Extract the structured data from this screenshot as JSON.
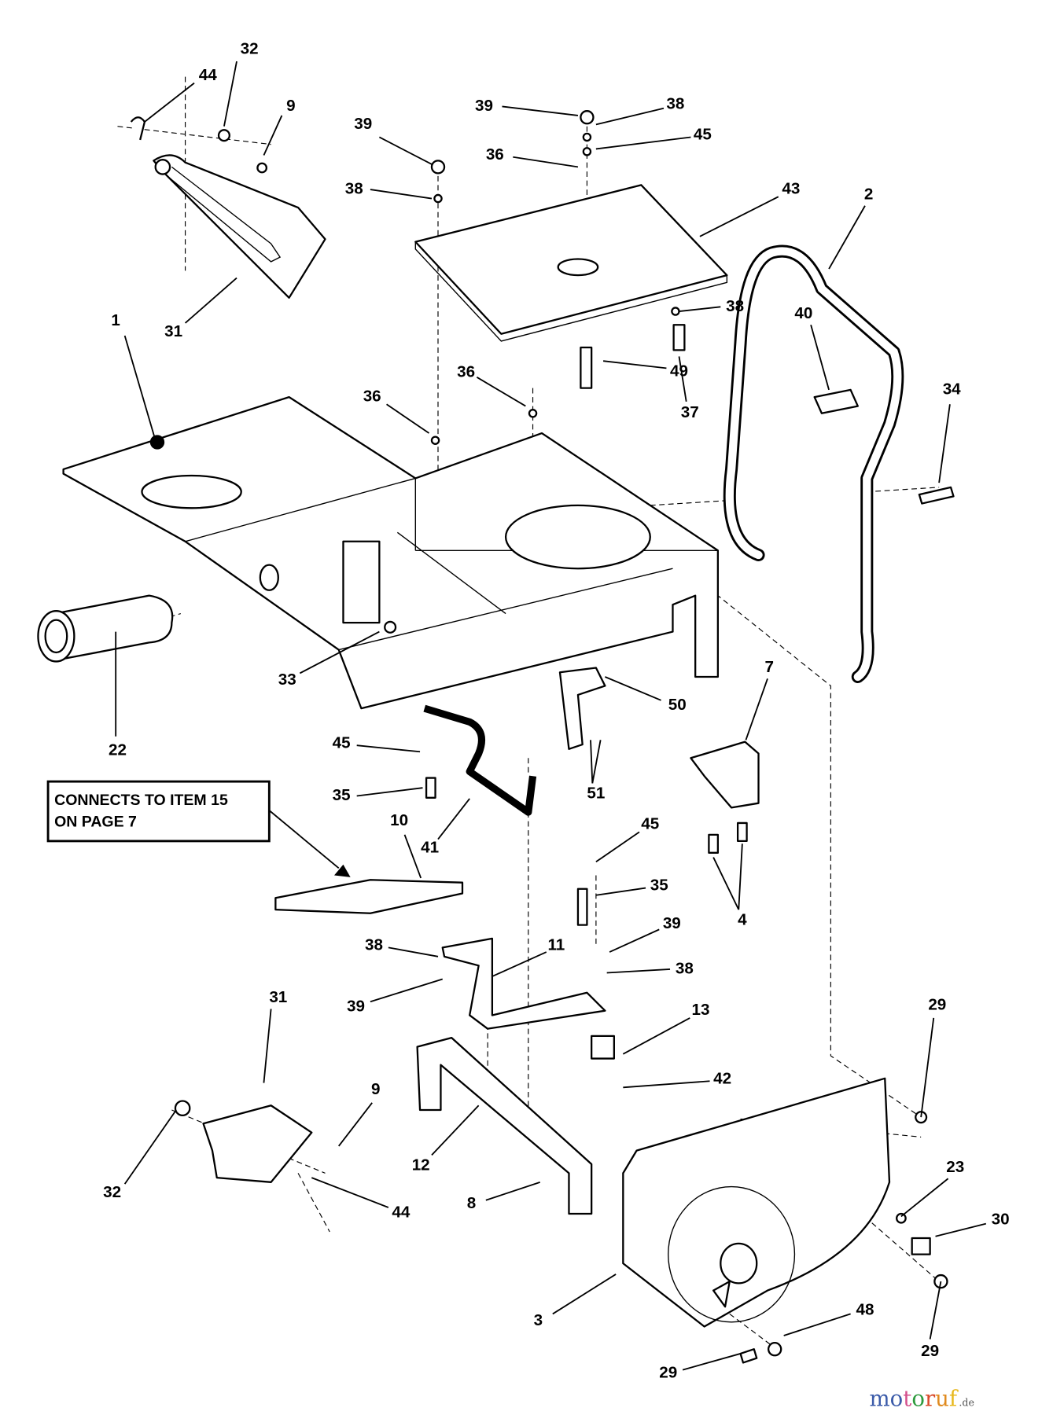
{
  "diagram": {
    "labels": [
      "32",
      "44",
      "9",
      "31",
      "1",
      "39",
      "38",
      "39",
      "38",
      "45",
      "36",
      "43",
      "2",
      "38",
      "40",
      "49",
      "37",
      "36",
      "36",
      "34",
      "22",
      "33",
      "50",
      "7",
      "45",
      "35",
      "41",
      "51",
      "10",
      "45",
      "35",
      "4",
      "38",
      "11",
      "39",
      "38",
      "39",
      "13",
      "42",
      "31",
      "9",
      "44",
      "32",
      "12",
      "8",
      "3",
      "29",
      "23",
      "30",
      "29",
      "48",
      "29"
    ],
    "callout": {
      "line1": "CONNECTS TO ITEM 15",
      "line2": "ON PAGE 7"
    },
    "watermark": {
      "brand": "motoruf",
      "tld": ".de",
      "colors": [
        "#3b5ba9",
        "#3b5ba9",
        "#d4508c",
        "#2e9a3e",
        "#d94a2a",
        "#e08a1e",
        "#e8b81e"
      ]
    }
  }
}
